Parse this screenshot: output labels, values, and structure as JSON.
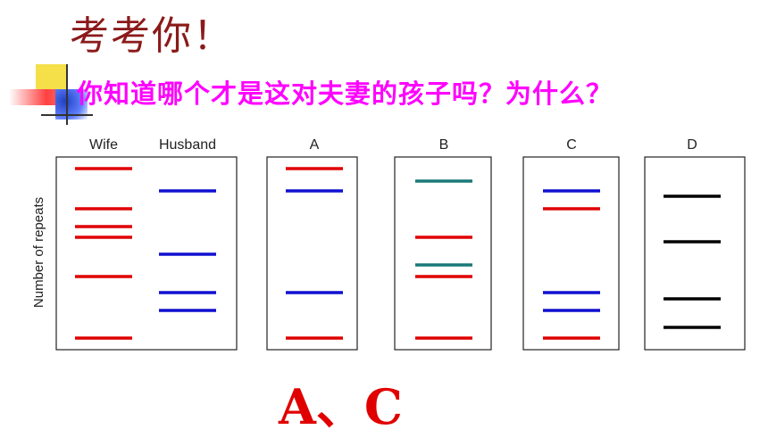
{
  "title": "考考你！",
  "question": "你知道哪个才是这对夫妻的孩子吗？为什么？",
  "answer": "A、C",
  "chart_data": {
    "type": "diagram",
    "ylabel": "Number of repeats",
    "colors": {
      "red": "#e00000",
      "blue": "#1010d0",
      "teal": "#1a7a78",
      "black": "#000000"
    },
    "lanes": [
      {
        "label": "Wife",
        "bands": [
          {
            "level": 189,
            "color": "red"
          },
          {
            "level": 234,
            "color": "red"
          },
          {
            "level": 254,
            "color": "red"
          },
          {
            "level": 266,
            "color": "red"
          },
          {
            "level": 310,
            "color": "red"
          },
          {
            "level": 379,
            "color": "red"
          }
        ]
      },
      {
        "label": "Husband",
        "bands": [
          {
            "level": 214,
            "color": "blue"
          },
          {
            "level": 285,
            "color": "blue"
          },
          {
            "level": 328,
            "color": "blue"
          },
          {
            "level": 348,
            "color": "blue"
          }
        ]
      },
      {
        "label": "A",
        "bands": [
          {
            "level": 189,
            "color": "red"
          },
          {
            "level": 214,
            "color": "blue"
          },
          {
            "level": 328,
            "color": "blue"
          },
          {
            "level": 379,
            "color": "red"
          }
        ]
      },
      {
        "label": "B",
        "bands": [
          {
            "level": 203,
            "color": "teal"
          },
          {
            "level": 266,
            "color": "red"
          },
          {
            "level": 297,
            "color": "teal"
          },
          {
            "level": 310,
            "color": "red"
          },
          {
            "level": 379,
            "color": "red"
          }
        ]
      },
      {
        "label": "C",
        "bands": [
          {
            "level": 214,
            "color": "blue"
          },
          {
            "level": 234,
            "color": "red"
          },
          {
            "level": 328,
            "color": "blue"
          },
          {
            "level": 348,
            "color": "blue"
          },
          {
            "level": 379,
            "color": "red"
          }
        ]
      },
      {
        "label": "D",
        "bands": [
          {
            "level": 220,
            "color": "black"
          },
          {
            "level": 271,
            "color": "black"
          },
          {
            "level": 335,
            "color": "black"
          },
          {
            "level": 367,
            "color": "black"
          }
        ]
      }
    ]
  }
}
